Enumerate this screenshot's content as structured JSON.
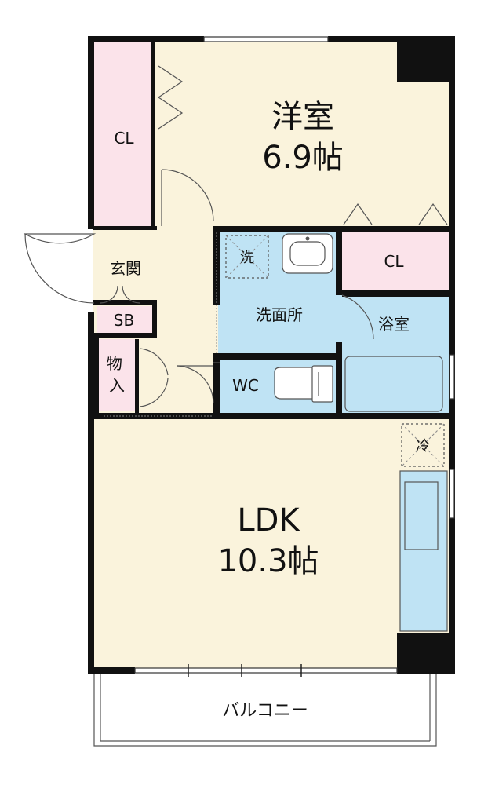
{
  "rooms": {
    "western_room": {
      "name": "洋室",
      "size": "6.9帖"
    },
    "ldk": {
      "name": "LDK",
      "size": "10.3帖"
    },
    "closet_top": "CL",
    "closet_mid": "CL",
    "entrance": "玄関",
    "shoe_box": "SB",
    "storage": "物入",
    "washroom": "洗面所",
    "bathroom": "浴室",
    "toilet": "WC",
    "balcony": "バルコニー"
  },
  "fixtures": {
    "washer_space": "洗",
    "fridge_space": "冷"
  },
  "colors": {
    "floor": "#faf3dc",
    "closet": "#fbe3ea",
    "wet_area": "#bfe3f4",
    "wall": "#111111"
  }
}
